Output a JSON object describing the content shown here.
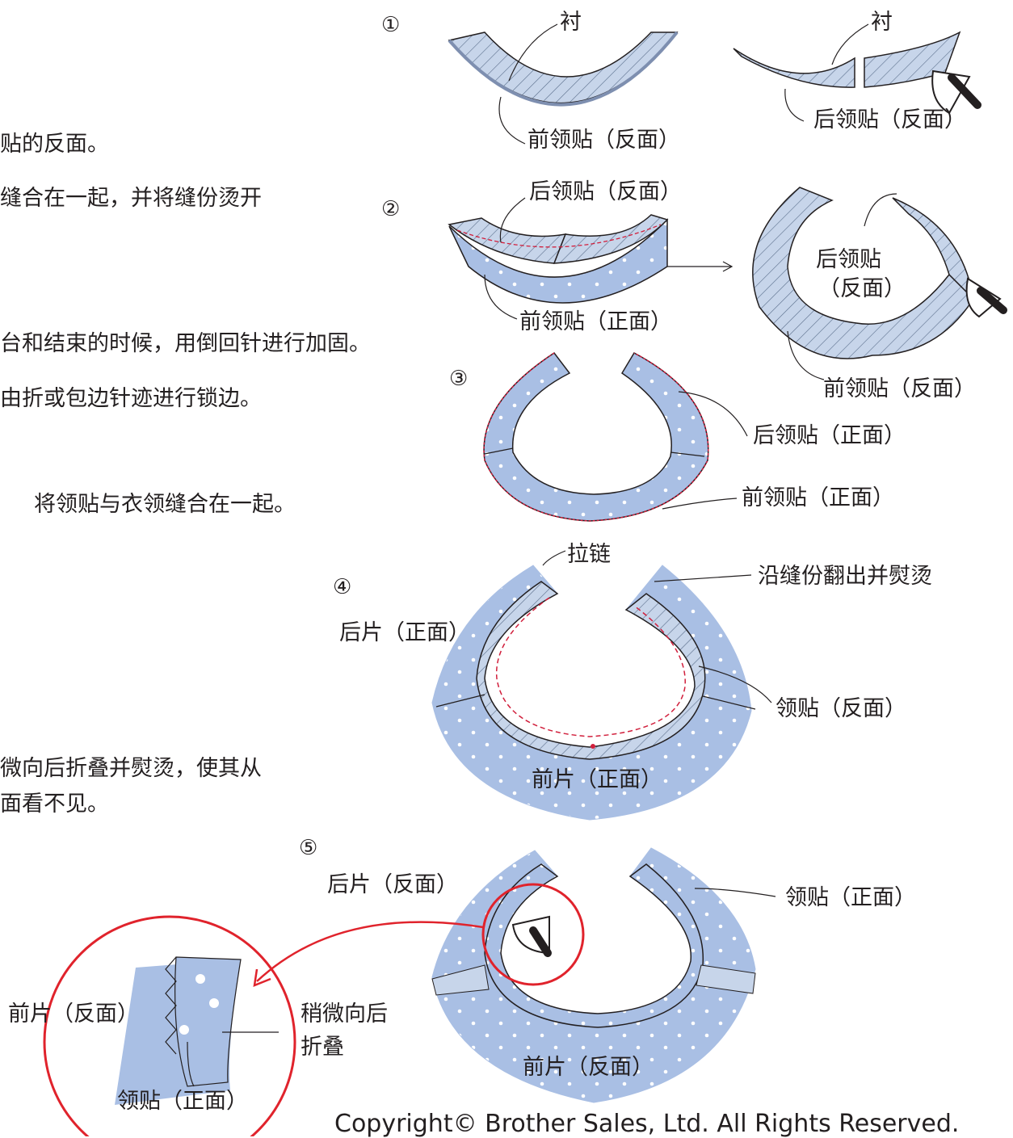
{
  "instructions": [
    "贴的反面。",
    "缝合在一起，并将缝份烫开",
    "台和结束的时候，用倒回针进行加固。",
    "由折或包边针迹进行锁边。",
    "将领贴与衣领缝合在一起。",
    "微向后折叠并熨烫，使其从",
    "面看不见。"
  ],
  "steps": {
    "s1": {
      "num": "①",
      "interfacing_left": "衬",
      "interfacing_right": "衬",
      "front_facing": "前领贴（反面）",
      "back_facing": "后领贴（反面）"
    },
    "s2": {
      "num": "②",
      "back_facing": "后领贴（反面）",
      "front_facing_right": "前领贴（正面）",
      "back_facing_center_1": "后领贴",
      "back_facing_center_2": "（反面）",
      "front_facing_wrong": "前领贴（反面）"
    },
    "s3": {
      "num": "③",
      "back_facing": "后领贴（正面）",
      "front_facing": "前领贴（正面）"
    },
    "s4": {
      "num": "④",
      "zipper": "拉链",
      "turn_press": "沿缝份翻出并熨烫",
      "back_piece": "后片（正面）",
      "facing": "领贴（反面）",
      "front_piece": "前片（正面）"
    },
    "s5": {
      "num": "⑤",
      "back_piece": "后片（反面）",
      "facing": "领贴（正面）",
      "front_piece": "前片（反面）"
    },
    "detail": {
      "front_piece": "前片（反面）",
      "fold_1": "稍微向后",
      "fold_2": "折叠",
      "facing": "领贴（正面）"
    }
  },
  "copyright": "Copyright© Brother Sales, Ltd. All Rights Reserved.",
  "colors": {
    "fabric": "#a9bfe4",
    "facing": "#c7d5ea",
    "hatch": "#5b6f8c",
    "stitch": "#d11f3c",
    "circle": "#e0232c"
  }
}
